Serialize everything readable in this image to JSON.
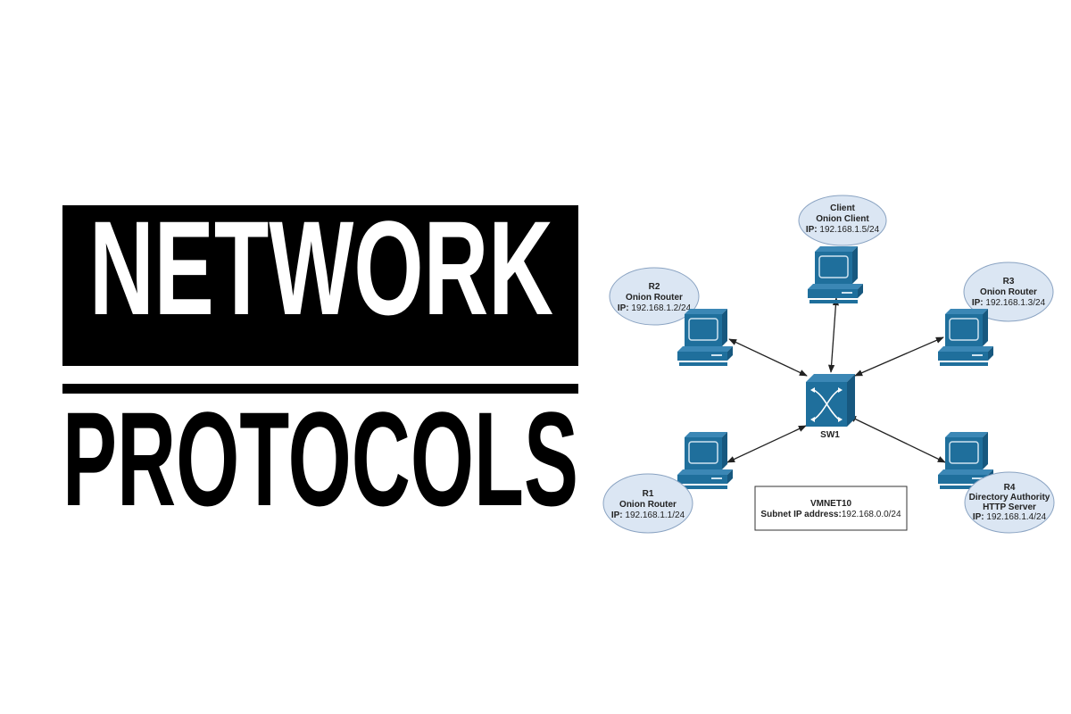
{
  "title": {
    "line1": "NETWORK",
    "line2": "PROTOCOLS"
  },
  "colors": {
    "device": "#1f6f9c",
    "ellipse": "#dbe6f3",
    "title_bg": "#000000"
  },
  "diagram": {
    "switch": {
      "label": "SW1",
      "icon": "switch-icon"
    },
    "nodes": {
      "client": {
        "name": "Client",
        "role": "Onion Client",
        "ip_label": "IP:",
        "ip": "192.168.1.5/24"
      },
      "r2": {
        "name": "R2",
        "role": "Onion Router",
        "ip_label": "IP:",
        "ip": "192.168.1.2/24"
      },
      "r3": {
        "name": "R3",
        "role": "Onion Router",
        "ip_label": "IP:",
        "ip": "192.168.1.3/24"
      },
      "r1": {
        "name": "R1",
        "role": "Onion Router",
        "ip_label": "IP:",
        "ip": "192.168.1.1/24"
      },
      "r4": {
        "name": "R4",
        "role": "Directory Authority",
        "role2": "HTTP Server",
        "ip_label": "IP:",
        "ip": "192.168.1.4/24"
      }
    },
    "network_box": {
      "name": "VMNET10",
      "subnet_label": "Subnet IP address:",
      "subnet": "192.168.0.0/24"
    }
  }
}
